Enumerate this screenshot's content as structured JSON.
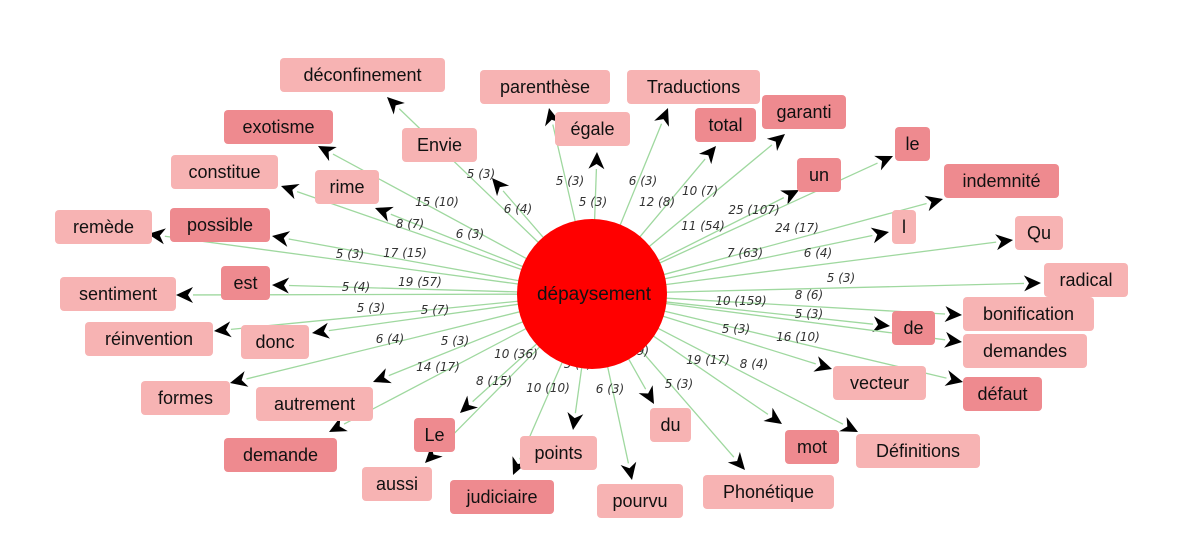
{
  "colors": {
    "edge": "#9fd89f",
    "arrow": "#000000",
    "center": "#ff0000",
    "light": "#f7b3b3",
    "dark": "#ee8a8f"
  },
  "center": {
    "label": "dépaysement"
  },
  "nodes": [
    {
      "id": "deconfinement",
      "label": "déconfinement",
      "shade": "light"
    },
    {
      "id": "parenthese",
      "label": "parenthèse",
      "shade": "light"
    },
    {
      "id": "traductions",
      "label": "Traductions",
      "shade": "light"
    },
    {
      "id": "garanti",
      "label": "garanti",
      "shade": "dark"
    },
    {
      "id": "total",
      "label": "total",
      "shade": "dark"
    },
    {
      "id": "egale",
      "label": "égale",
      "shade": "light"
    },
    {
      "id": "exotisme",
      "label": "exotisme",
      "shade": "dark"
    },
    {
      "id": "envie",
      "label": "Envie",
      "shade": "light"
    },
    {
      "id": "le_lower",
      "label": "le",
      "shade": "dark"
    },
    {
      "id": "constitue",
      "label": "constitue",
      "shade": "light"
    },
    {
      "id": "rime",
      "label": "rime",
      "shade": "light"
    },
    {
      "id": "un",
      "label": "un",
      "shade": "dark"
    },
    {
      "id": "indemnite",
      "label": "indemnité",
      "shade": "dark"
    },
    {
      "id": "remede",
      "label": "remède",
      "shade": "light"
    },
    {
      "id": "possible",
      "label": "possible",
      "shade": "dark"
    },
    {
      "id": "l",
      "label": "l",
      "shade": "light"
    },
    {
      "id": "qu",
      "label": "Qu",
      "shade": "light"
    },
    {
      "id": "radical",
      "label": "radical",
      "shade": "light"
    },
    {
      "id": "est",
      "label": "est",
      "shade": "dark"
    },
    {
      "id": "sentiment",
      "label": "sentiment",
      "shade": "light"
    },
    {
      "id": "bonification",
      "label": "bonification",
      "shade": "light"
    },
    {
      "id": "de",
      "label": "de",
      "shade": "dark"
    },
    {
      "id": "reinvention",
      "label": "réinvention",
      "shade": "light"
    },
    {
      "id": "donc",
      "label": "donc",
      "shade": "light"
    },
    {
      "id": "demandes",
      "label": "demandes",
      "shade": "light"
    },
    {
      "id": "formes",
      "label": "formes",
      "shade": "light"
    },
    {
      "id": "autrement",
      "label": "autrement",
      "shade": "light"
    },
    {
      "id": "vecteur",
      "label": "vecteur",
      "shade": "light"
    },
    {
      "id": "defaut",
      "label": "défaut",
      "shade": "dark"
    },
    {
      "id": "demande",
      "label": "demande",
      "shade": "dark"
    },
    {
      "id": "le_upper",
      "label": "Le",
      "shade": "dark"
    },
    {
      "id": "points",
      "label": "points",
      "shade": "light"
    },
    {
      "id": "du",
      "label": "du",
      "shade": "light"
    },
    {
      "id": "mot",
      "label": "mot",
      "shade": "dark"
    },
    {
      "id": "definitions",
      "label": "Définitions",
      "shade": "light"
    },
    {
      "id": "aussi",
      "label": "aussi",
      "shade": "light"
    },
    {
      "id": "judiciaire",
      "label": "judiciaire",
      "shade": "dark"
    },
    {
      "id": "pourvu",
      "label": "pourvu",
      "shade": "light"
    },
    {
      "id": "phonetique",
      "label": "Phonétique",
      "shade": "light"
    }
  ],
  "edges": [
    {
      "to": "deconfinement",
      "label": "6 (4)"
    },
    {
      "to": "envie",
      "label": "5 (3)"
    },
    {
      "to": "parenthese",
      "label": "5 (3)"
    },
    {
      "to": "egale",
      "label": "5 (3)"
    },
    {
      "to": "traductions",
      "label": "6 (3)"
    },
    {
      "to": "total",
      "label": "12 (8)"
    },
    {
      "to": "garanti",
      "label": "10 (7)"
    },
    {
      "to": "un",
      "label": "11 (54)"
    },
    {
      "to": "le_lower",
      "label": "25 (107)"
    },
    {
      "to": "indemnite",
      "label": "24 (17)"
    },
    {
      "to": "l",
      "label": "7 (63)"
    },
    {
      "to": "qu",
      "label": "6 (4)"
    },
    {
      "to": "radical",
      "label": "5 (3)"
    },
    {
      "to": "bonification",
      "label": "8 (6)"
    },
    {
      "to": "de",
      "label": "10 (159)"
    },
    {
      "to": "demandes",
      "label": "5 (3)"
    },
    {
      "to": "defaut",
      "label": "16 (10)"
    },
    {
      "to": "vecteur",
      "label": "5 (3)"
    },
    {
      "to": "definitions",
      "label": "8 (4)"
    },
    {
      "to": "mot",
      "label": "19 (17)"
    },
    {
      "to": "phonetique",
      "label": "9 (59)"
    },
    {
      "to": "du",
      "label": "5 (3)"
    },
    {
      "to": "pourvu",
      "label": "6 (3)"
    },
    {
      "to": "points",
      "label": "5 (4)"
    },
    {
      "to": "judiciaire",
      "label": "10 (10)"
    },
    {
      "to": "aussi",
      "label": "10 (36)"
    },
    {
      "to": "le_upper",
      "label": "8 (15)"
    },
    {
      "to": "demande",
      "label": "14 (17)"
    },
    {
      "to": "autrement",
      "label": "5 (3)"
    },
    {
      "to": "formes",
      "label": "6 (4)"
    },
    {
      "to": "donc",
      "label": "5 (7)"
    },
    {
      "to": "reinvention",
      "label": "5 (3)"
    },
    {
      "to": "sentiment",
      "label": "5 (4)"
    },
    {
      "to": "est",
      "label": "19 (57)"
    },
    {
      "to": "remede",
      "label": "5 (3)"
    },
    {
      "to": "possible",
      "label": "17 (15)"
    },
    {
      "to": "constitue",
      "label": "8 (7)"
    },
    {
      "to": "rime",
      "label": "6 (3)"
    },
    {
      "to": "exotisme",
      "label": "15 (10)"
    }
  ]
}
